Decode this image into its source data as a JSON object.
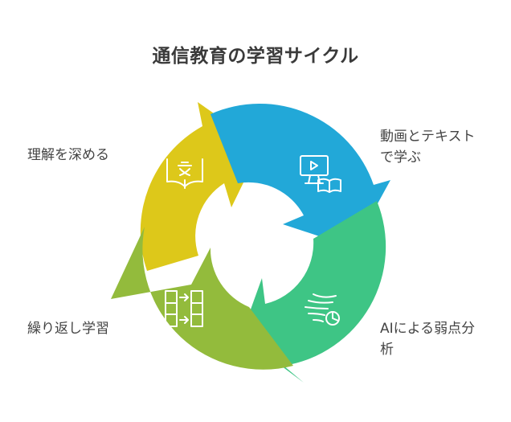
{
  "title": "通信教育の学習サイクル",
  "steps": [
    {
      "id": "video-text",
      "label_lines": [
        "動画とテキスト",
        "で学ぶ"
      ],
      "color": "#22a8d8",
      "icon": "video-book-icon"
    },
    {
      "id": "ai-analysis",
      "label_lines": [
        "AIによる弱点分",
        "析"
      ],
      "color": "#3ec585",
      "icon": "wind-chart-icon"
    },
    {
      "id": "repeat-study",
      "label_lines": [
        "繰り返し学習"
      ],
      "color": "#93bb3c",
      "icon": "flow-columns-icon"
    },
    {
      "id": "deepen-understanding",
      "label_lines": [
        "理解を深める"
      ],
      "color": "#ddc81a",
      "icon": "translate-book-icon"
    }
  ]
}
